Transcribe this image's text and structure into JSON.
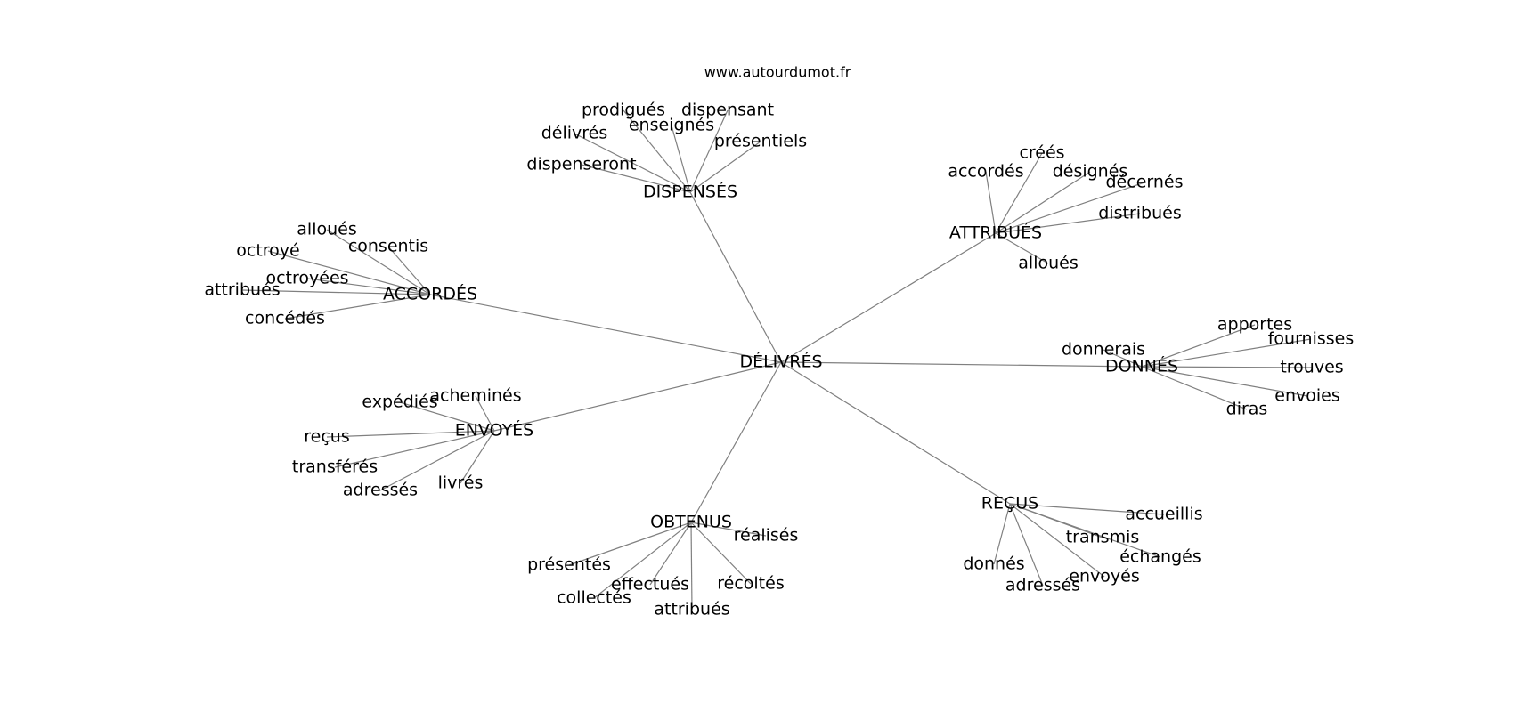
{
  "source": "www.autourdumot.fr",
  "center": "DÉLIVRÉS",
  "clusters": [
    {
      "label": "DISPENSÉS",
      "leaves": [
        "prodigués",
        "dispensant",
        "délivrés",
        "enseignés",
        "présentiels",
        "dispenseront"
      ]
    },
    {
      "label": "ATTRIBUÉS",
      "leaves": [
        "créés",
        "accordés",
        "désignés",
        "décernés",
        "distribués",
        "alloués"
      ]
    },
    {
      "label": "ACCORDÉS",
      "leaves": [
        "alloués",
        "consentis",
        "octroyé",
        "octroyées",
        "attribués",
        "concédés"
      ]
    },
    {
      "label": "DONNÉS",
      "leaves": [
        "apportes",
        "donnerais",
        "fournisses",
        "trouves",
        "envoies",
        "diras"
      ]
    },
    {
      "label": "ENVOYÉS",
      "leaves": [
        "acheminés",
        "expédiés",
        "reçus",
        "transférés",
        "adressés",
        "livrés"
      ]
    },
    {
      "label": "OBTENUS",
      "leaves": [
        "réalisés",
        "présentés",
        "effectués",
        "récoltés",
        "collectés",
        "attribués"
      ]
    },
    {
      "label": "REÇUS",
      "leaves": [
        "accueillis",
        "transmis",
        "échangés",
        "donnés",
        "envoyés",
        "adressés"
      ]
    }
  ]
}
